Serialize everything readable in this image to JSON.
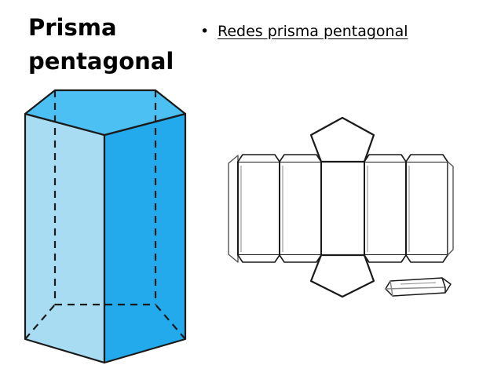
{
  "title": {
    "line1": "Prisma",
    "line2": "pentagonal"
  },
  "bullet": {
    "marker": "•",
    "text": "Redes prisma pentagonal"
  },
  "colors": {
    "prism_front_left": "#a8dcf3",
    "prism_front_right": "#22aaec",
    "prism_top": "#4cc0f2",
    "prism_inner": "#7fd0f4",
    "prism_stroke": "#1a1a1a",
    "net_stroke": "#1a1a1a",
    "net_shadow": "#8a8a8a"
  }
}
